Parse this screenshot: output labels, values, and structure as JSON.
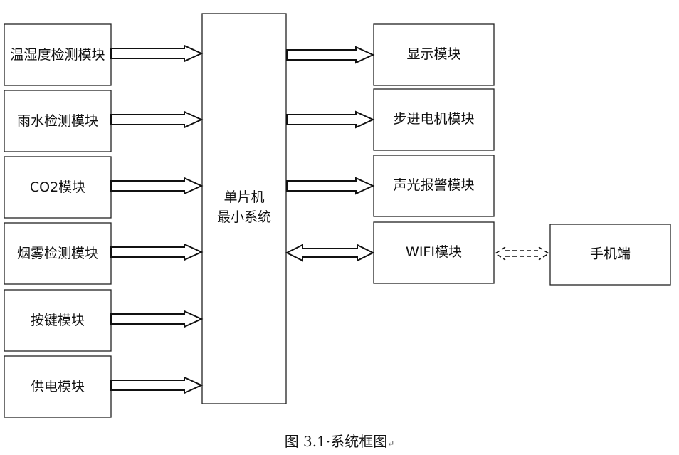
{
  "diagram": {
    "inputs": [
      {
        "id": "temp-humidity",
        "label": "温湿度检测模块"
      },
      {
        "id": "rain",
        "label": "雨水检测模块"
      },
      {
        "id": "co2",
        "label": "CO2模块"
      },
      {
        "id": "smoke",
        "label": "烟雾检测模块"
      },
      {
        "id": "keys",
        "label": "按键模块"
      },
      {
        "id": "power",
        "label": "供电模块"
      }
    ],
    "center": {
      "line1": "单片机",
      "line2": "最小系统"
    },
    "outputs": [
      {
        "id": "display",
        "label": "显示模块",
        "direction": "out"
      },
      {
        "id": "stepper",
        "label": "步进电机模块",
        "direction": "out"
      },
      {
        "id": "alarm",
        "label": "声光报警模块",
        "direction": "out"
      },
      {
        "id": "wifi",
        "label": "WIFI模块",
        "direction": "bidirectional"
      }
    ],
    "remote": {
      "id": "phone",
      "label": "手机端",
      "link": "wireless-dashed"
    }
  },
  "caption": {
    "text": "图 3.1·系统框图",
    "mark": "↵"
  }
}
